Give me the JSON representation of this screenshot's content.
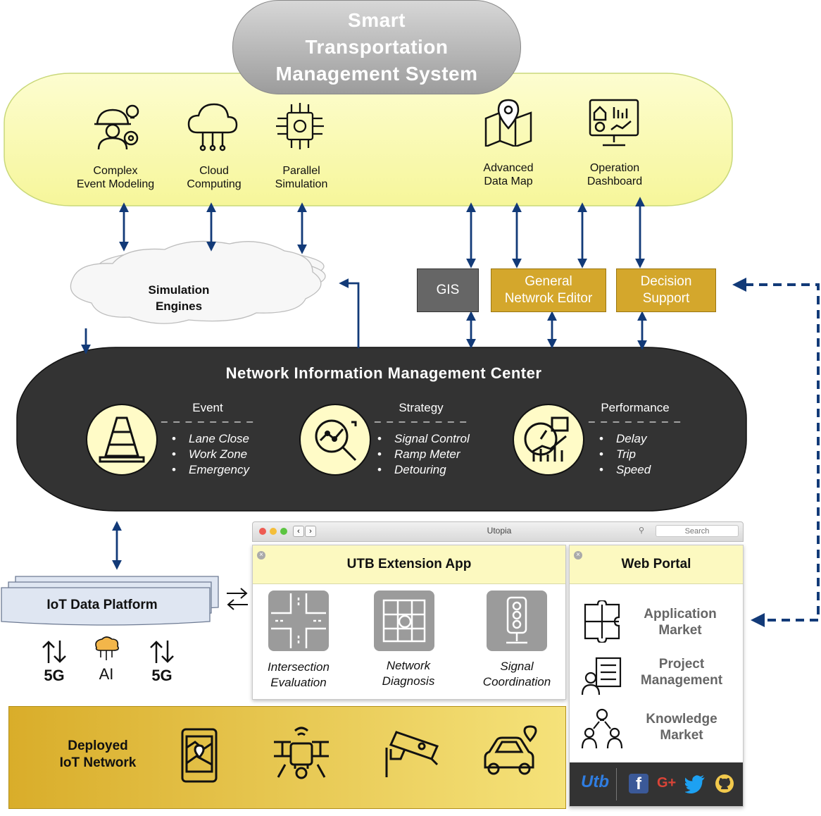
{
  "header": {
    "title_lines": [
      "Smart",
      "Transportation",
      "Management System"
    ]
  },
  "top_modules": [
    {
      "line1": "Complex",
      "line2": "Event Modeling",
      "icon": "worker-gear-icon"
    },
    {
      "line1": "Cloud",
      "line2": "Computing",
      "icon": "cloud-icon"
    },
    {
      "line1": "Parallel",
      "line2": "Simulation",
      "icon": "chip-icon"
    },
    {
      "line1": "Advanced",
      "line2": "Data Map",
      "icon": "map-pin-icon"
    },
    {
      "line1": "Operation",
      "line2": "Dashboard",
      "icon": "dashboard-monitor-icon"
    }
  ],
  "simulation": {
    "line1": "Simulation",
    "line2": "Engines"
  },
  "tools": [
    {
      "line1": "GIS",
      "line2": "",
      "color": "#666666"
    },
    {
      "line1": "General",
      "line2": "Netwrok Editor",
      "color": "#d4a72c"
    },
    {
      "line1": "Decision",
      "line2": "Support",
      "color": "#d4a72c"
    }
  ],
  "nimc": {
    "title": "Network Information Management Center",
    "groups": [
      {
        "name": "Event",
        "dashes": "– – – – – – – –",
        "items": [
          "Lane Close",
          "Work Zone",
          "Emergency"
        ],
        "icon": "traffic-cone-icon"
      },
      {
        "name": "Strategy",
        "dashes": "– – – – – – – –",
        "items": [
          "Signal Control",
          "Ramp Meter",
          "Detouring"
        ],
        "icon": "magnifier-chart-icon"
      },
      {
        "name": "Performance",
        "dashes": "– – – – – – – –",
        "items": [
          "Delay",
          "Trip",
          "Speed"
        ],
        "icon": "speedometer-chart-icon"
      }
    ]
  },
  "iot_platform": {
    "label": "IoT Data Platform"
  },
  "tech": [
    {
      "label": "5G",
      "icon": "updown-arrows-icon"
    },
    {
      "label": "AI",
      "icon": "ai-brain-icon"
    },
    {
      "label": "5G",
      "icon": "updown-arrows-icon"
    }
  ],
  "browser": {
    "title": "Utopia",
    "search_placeholder": "Search"
  },
  "utb_app": {
    "title": "UTB Extension App",
    "steps": [
      {
        "line1": "Intersection",
        "line2": "Evaluation"
      },
      {
        "line1": "Network",
        "line2": "Diagnosis"
      },
      {
        "line1": "Signal",
        "line2": "Coordination"
      }
    ]
  },
  "web_portal": {
    "title": "Web Portal",
    "items": [
      {
        "line1": "Application",
        "line2": "Market"
      },
      {
        "line1": "Project",
        "line2": "Management"
      },
      {
        "line1": "Knowledge",
        "line2": "Market"
      }
    ],
    "footer_logo": "Utb"
  },
  "deployed": {
    "line1": "Deployed",
    "line2": "IoT Network"
  },
  "colors": {
    "yellow_band": "#fbfbae",
    "nimc": "#333333",
    "arrow": "#123a78",
    "gold": "#d4a72c"
  }
}
